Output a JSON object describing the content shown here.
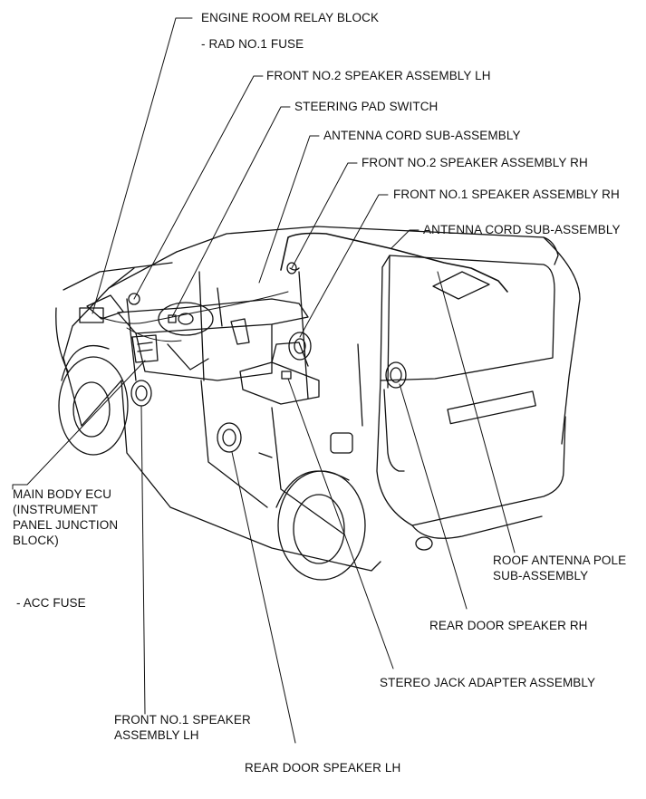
{
  "labels": {
    "engine_room_relay_block": "ENGINE ROOM RELAY BLOCK",
    "rad_no1_fuse": "- RAD NO.1 FUSE",
    "front_no2_speaker_lh": "FRONT NO.2 SPEAKER ASSEMBLY LH",
    "steering_pad_switch": "STEERING PAD SWITCH",
    "antenna_cord_1": "ANTENNA CORD SUB-ASSEMBLY",
    "front_no2_speaker_rh": "FRONT NO.2 SPEAKER ASSEMBLY RH",
    "front_no1_speaker_rh": "FRONT NO.1 SPEAKER ASSEMBLY RH",
    "antenna_cord_2": "ANTENNA CORD SUB-ASSEMBLY",
    "main_body_ecu": [
      "MAIN BODY ECU",
      "(INSTRUMENT",
      "PANEL JUNCTION",
      "BLOCK)"
    ],
    "acc_fuse": "- ACC FUSE",
    "roof_antenna_pole": [
      "ROOF ANTENNA POLE",
      "SUB-ASSEMBLY"
    ],
    "rear_door_speaker_rh": "REAR DOOR SPEAKER RH",
    "stereo_jack_adapter": "STEREO JACK ADAPTER ASSEMBLY",
    "front_no1_speaker_lh": [
      "FRONT NO.1 SPEAKER",
      "ASSEMBLY LH"
    ],
    "rear_door_speaker_lh": "REAR DOOR SPEAKER LH"
  }
}
